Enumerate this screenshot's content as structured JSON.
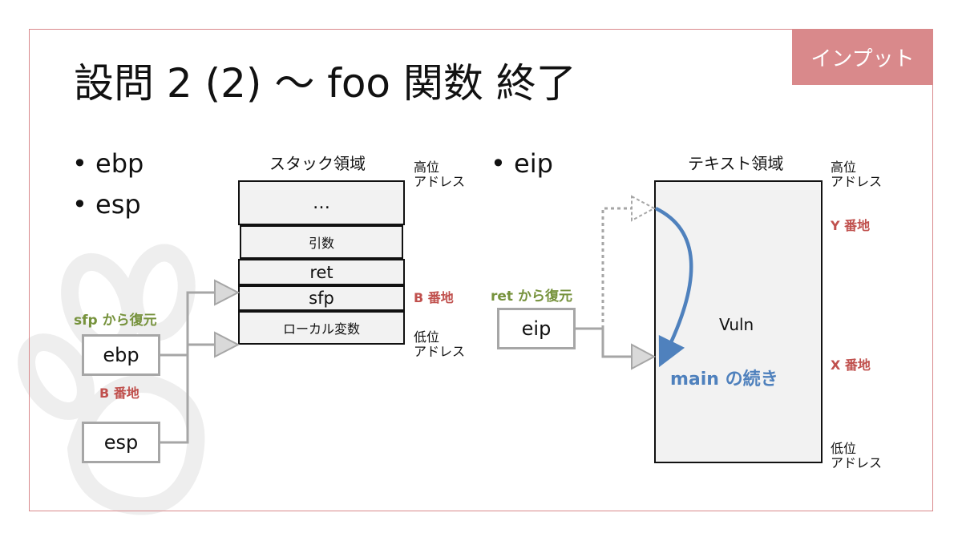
{
  "slide": {
    "title": "設問 2 (2) 〜 foo 関数 終了",
    "badge": "インプット"
  },
  "left": {
    "bullets": [
      "• ebp",
      "• esp"
    ],
    "stack_title": "スタック領域",
    "high_addr": [
      "高位",
      "アドレス"
    ],
    "low_addr": [
      "低位",
      "アドレス"
    ],
    "stack_cells": [
      "…",
      "引数",
      "ret",
      "sfp",
      "ローカル変数"
    ],
    "b_addr_label": "B 番地",
    "sfp_restore": "sfp から復元",
    "ebp": "ebp",
    "ebp_value": "B 番地",
    "esp": "esp"
  },
  "right": {
    "bullet": "• eip",
    "text_title": "テキスト領域",
    "high_addr": [
      "高位",
      "アドレス"
    ],
    "low_addr": [
      "低位",
      "アドレス"
    ],
    "y_addr": "Y 番地",
    "x_addr": "X 番地",
    "ret_restore": "ret から復元",
    "eip": "eip",
    "vuln": "Vuln",
    "main_continue": "main の続き"
  },
  "colors": {
    "accent": "#d9898b",
    "red_label": "#c0504d",
    "green_label": "#76923c",
    "blue_arrow": "#4f81bd",
    "gray_line": "#a6a6a6"
  }
}
